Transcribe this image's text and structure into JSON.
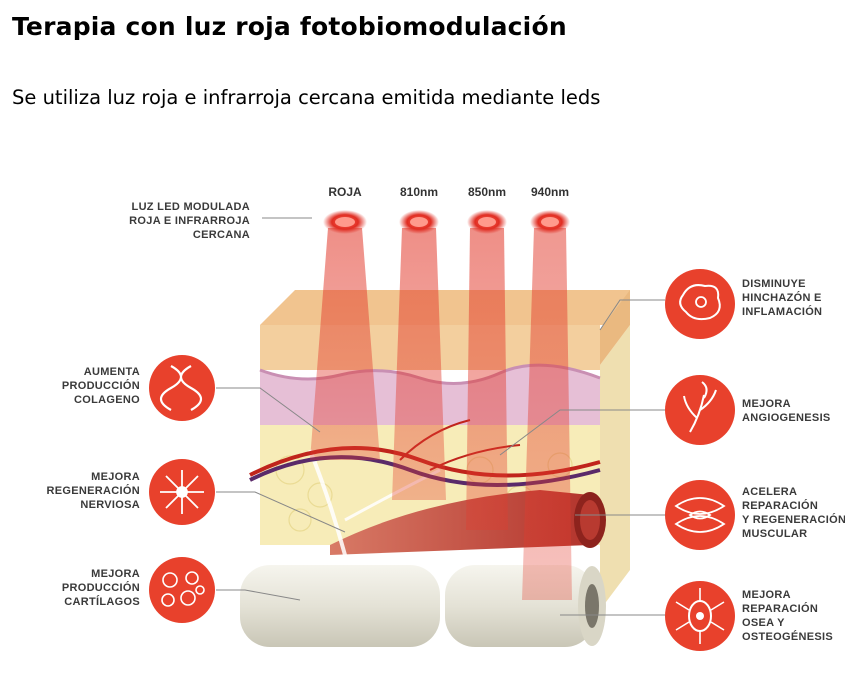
{
  "header": {
    "title": "Terapia con luz roja fotobiomodulación",
    "subtitle": "Se utiliza luz roja e infrarroja cercana emitida mediante leds"
  },
  "diagram": {
    "source_label": [
      "LUZ LED MODULADA",
      "ROJA E INFRARROJA",
      "CERCANA"
    ],
    "sources": [
      "ROJA",
      "810nm",
      "850nm",
      "940nm"
    ],
    "left_effects": [
      {
        "lines": [
          "AUMENTA",
          "PRODUCCIÓN",
          "COLAGENO"
        ],
        "icon": "dna-helix-icon"
      },
      {
        "lines": [
          "MEJORA",
          "REGENERACIÓN",
          "NERVIOSA"
        ],
        "icon": "neuron-icon"
      },
      {
        "lines": [
          "MEJORA",
          "PRODUCCIÓN",
          "CARTÍLAGOS"
        ],
        "icon": "cartilage-cells-icon"
      }
    ],
    "right_effects": [
      {
        "lines": [
          "DISMINUYE",
          "HINCHAZÓN E",
          "INFLAMACIÓN"
        ],
        "icon": "inflamed-cell-icon"
      },
      {
        "lines": [
          "MEJORA",
          "ANGIOGENESIS"
        ],
        "icon": "blood-vessel-icon"
      },
      {
        "lines": [
          "ACELERA",
          "REPARACIÓN",
          "Y REGENERACIÓN",
          "MUSCULAR"
        ],
        "icon": "muscle-fiber-icon"
      },
      {
        "lines": [
          "MEJORA",
          "REPARACIÓN",
          "OSEA Y",
          "OSTEOGÉNESIS"
        ],
        "icon": "bone-cell-icon"
      }
    ],
    "colors": {
      "icon_red": "#e8412c",
      "beam_red": "#e0342a",
      "skin": "#f2d0a0",
      "dermis": "#e7c2d8",
      "fat": "#f7eab0",
      "muscle": "#c8443a",
      "bone": "#ecebe0"
    }
  }
}
